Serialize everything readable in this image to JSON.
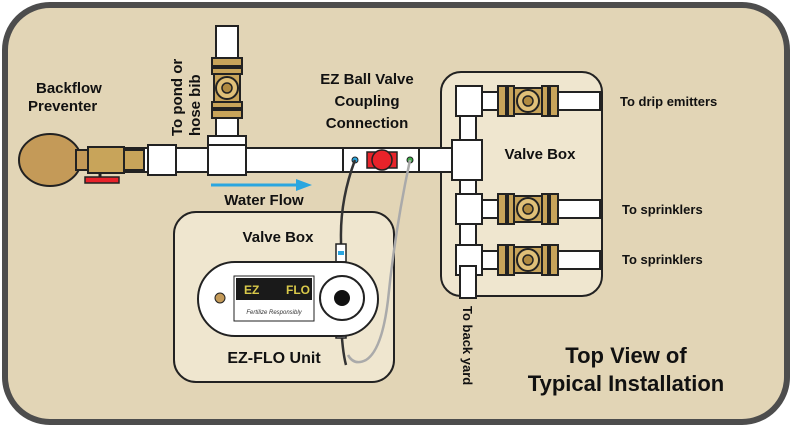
{
  "labels": {
    "backflow_line1": "Backflow",
    "backflow_line2": "Preventer",
    "pond_line1": "To pond or",
    "pond_line2": "hose bib",
    "ez_line1": "EZ Ball Valve",
    "ez_line2": "Coupling",
    "ez_line3": "Connection",
    "valve_box_right": "Valve Box",
    "valve_box_left": "Valve Box",
    "water_flow": "Water Flow",
    "drip": "To drip emitters",
    "sprinklers_1": "To sprinklers",
    "sprinklers_2": "To sprinklers",
    "back_yard": "To back yard",
    "unit_name": "EZ-FLO Unit",
    "title_line1": "Top View of",
    "title_line2": "Typical Installation",
    "logo_left": "EZ",
    "logo_right": "FLO",
    "tagline": "Fertilize Responsibly"
  },
  "colors": {
    "background": "#e2d5b6",
    "frame": "#4d4d4d",
    "pipe": "#ffffff",
    "valve_brass": "#c8a45a",
    "backflow_body": "#c49a58",
    "ball_valve_red": "#e8232a",
    "flow_arrow": "#2aa6e0",
    "valve_box_fill": "#efe6cf",
    "unit_fill": "#ffffff"
  },
  "icons": {
    "flow_arrow": "arrow-right-icon",
    "gate_valve": "gate-valve-icon",
    "backflow": "backflow-preventer-icon",
    "ball_valve": "ball-valve-icon",
    "mixing_dial": "dial-icon"
  }
}
